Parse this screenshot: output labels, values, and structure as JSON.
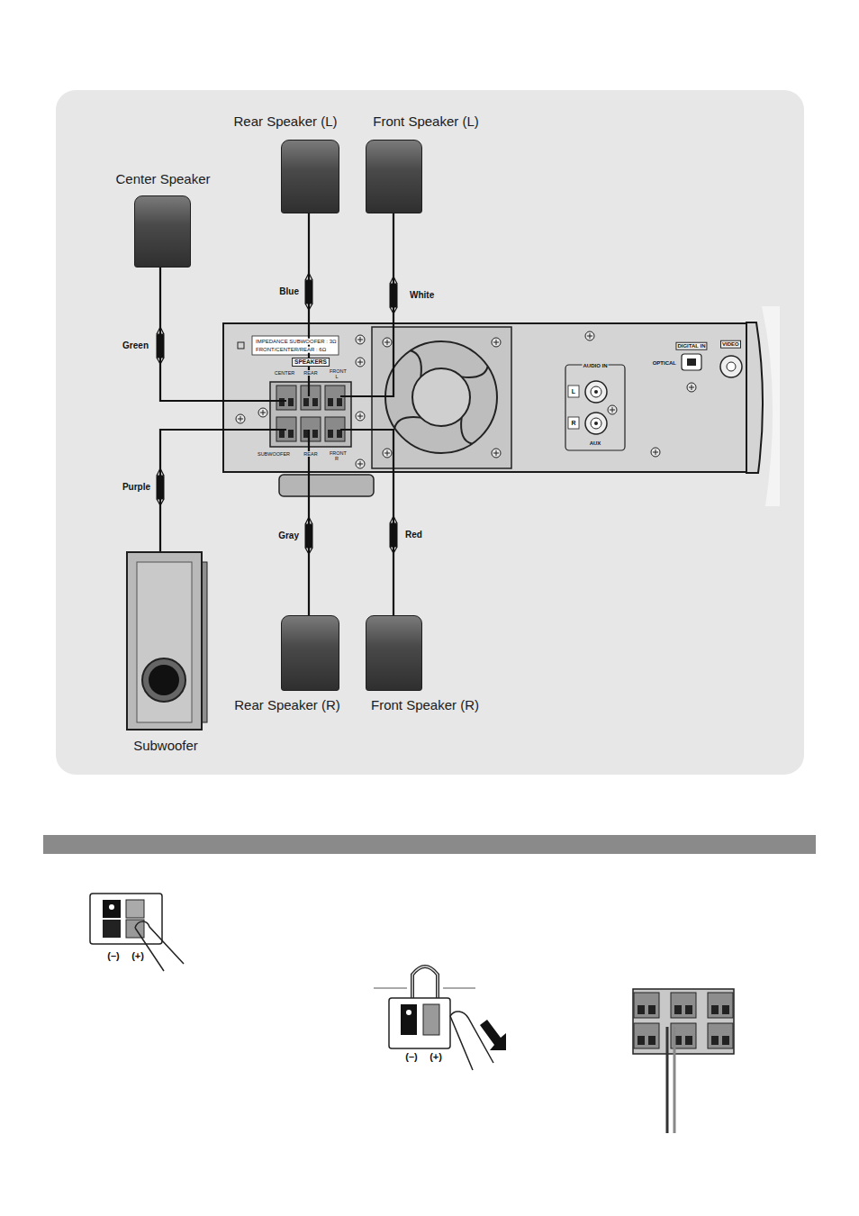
{
  "diagram": {
    "nodes": [
      {
        "text": [
          "Rear Speaker (L)"
        ]
      },
      {
        "text": [
          "Front Speaker (L)"
        ]
      },
      {
        "text": [
          "Center Speaker"
        ]
      },
      {
        "text": [
          "SPEAKERS"
        ]
      },
      {
        "text": [
          "Subwoofer"
        ]
      },
      {
        "text": [
          "Rear Speaker (R)"
        ]
      },
      {
        "text": [
          "Front Speaker (R)"
        ]
      }
    ],
    "edges": [
      {
        "from": 0,
        "to": 3,
        "arrow": "none",
        "label": "Blue"
      },
      {
        "from": 1,
        "to": 3,
        "arrow": "none",
        "label": "White"
      },
      {
        "from": 2,
        "to": 3,
        "arrow": "none",
        "label": "Green"
      },
      {
        "from": 4,
        "to": 3,
        "arrow": "none",
        "label": "Purple"
      },
      {
        "from": 5,
        "to": 3,
        "arrow": "none",
        "label": "Gray"
      },
      {
        "from": 6,
        "to": 3,
        "arrow": "none",
        "label": "Red"
      }
    ],
    "labels": [
      "IMPEDANCE SUBWOOFER : 3Ω",
      "FRONT/CENTER/REAR : 6Ω",
      "CENTER",
      "REAR",
      "FRONT L",
      "SUBWOOFER",
      "REAR",
      "FRONT R",
      "AUDIO IN",
      "L",
      "R",
      "AUX",
      "DIGITAL IN",
      "OPTICAL",
      "VIDEO",
      "(–)",
      "(+)",
      "(–)",
      "(+)"
    ]
  }
}
